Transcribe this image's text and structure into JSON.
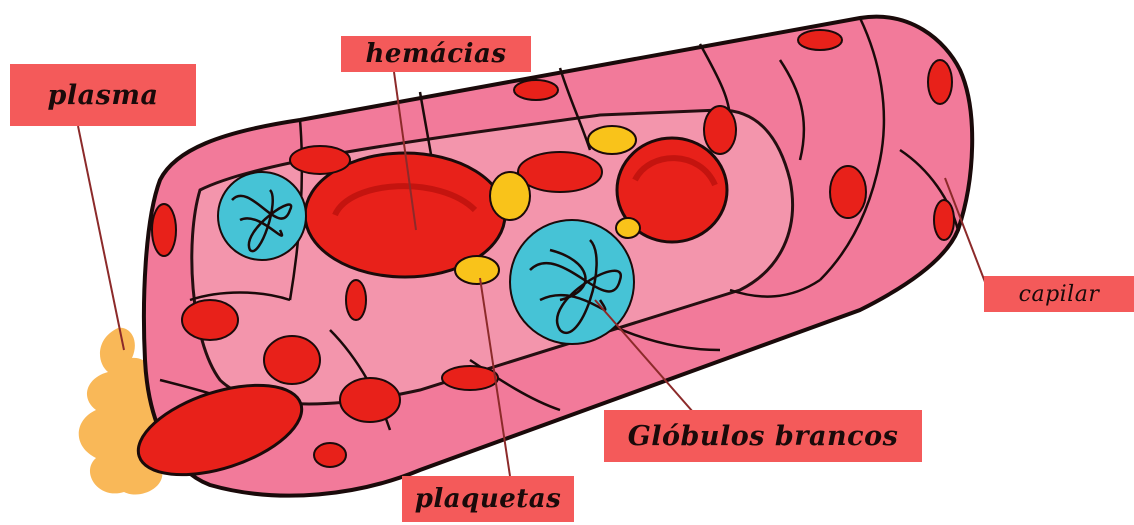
{
  "labels": {
    "plasma": "plasma",
    "hemacias": "hemácias",
    "capilar": "capilar",
    "globulos_brancos": "Glóbulos brancos",
    "plaquetas": "plaquetas"
  },
  "colors": {
    "label_bg": "#f45a5a",
    "vessel_pink": "#f27a9a",
    "vessel_light": "#f7a4b8",
    "cell_outline": "#1a0a0a",
    "red_cell": "#e8211a",
    "red_cell_dark": "#c4140f",
    "white_cell": "#46c3d6",
    "platelet": "#f9c31a",
    "plasma_yellow": "#f8b24a",
    "leader_line": "#8c2a2a"
  }
}
